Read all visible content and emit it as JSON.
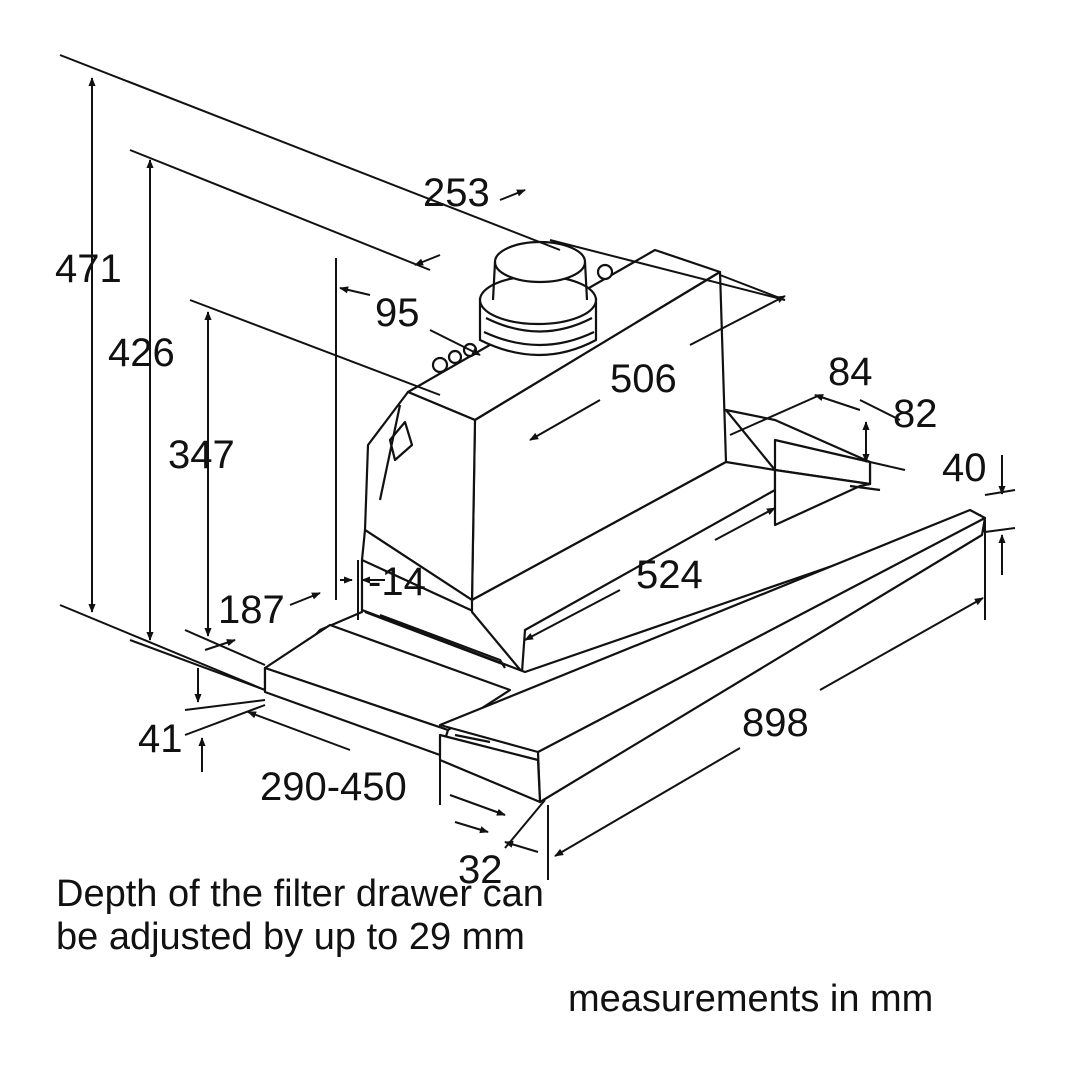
{
  "dimensions": {
    "height_total": "471",
    "height_426": "426",
    "height_347": "347",
    "offset_187": "187",
    "height_41": "41",
    "drawer_range": "290-450",
    "front_32": "32",
    "duct_253": "253",
    "offset_95": "95",
    "depth_506": "506",
    "height_84": "84",
    "height_82": "82",
    "height_40": "40",
    "gap_14": "-14",
    "width_524": "524",
    "width_898": "898"
  },
  "notes": {
    "drawer_note": "Depth of the filter drawer can be adjusted by up to 29 mm",
    "units_note": "measurements in mm"
  },
  "colors": {
    "line": "#111111",
    "body": "#ffffff"
  }
}
